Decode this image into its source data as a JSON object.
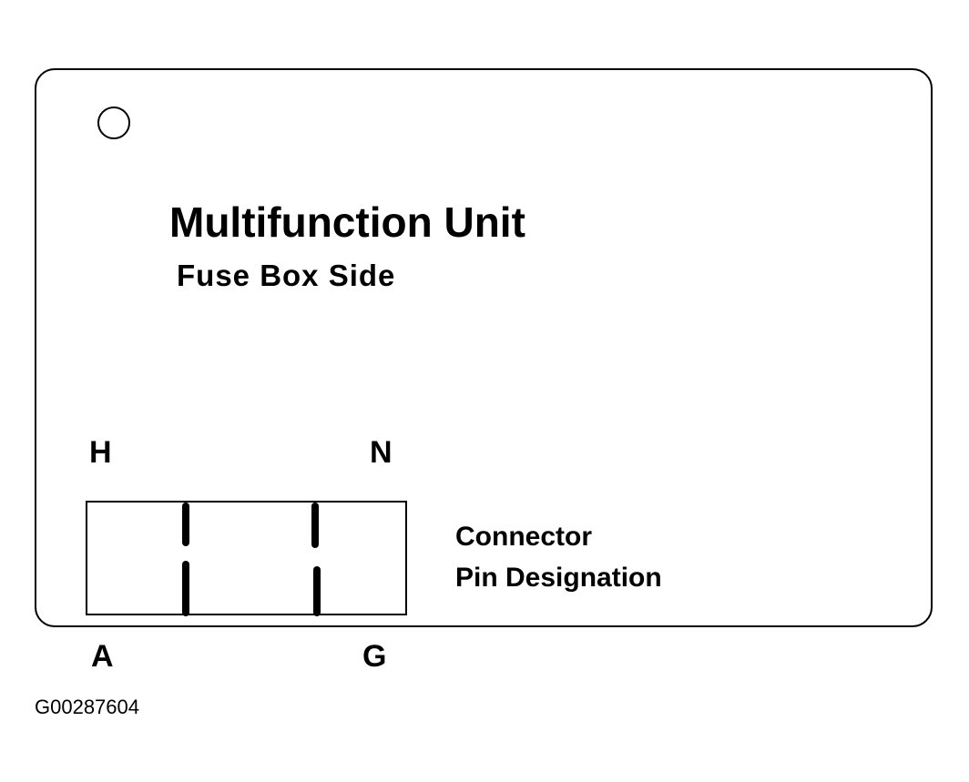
{
  "title": "Multifunction Unit",
  "subtitle": "Fuse Box Side",
  "pins": {
    "top_left": "H",
    "top_right": "N",
    "bottom_left": "A",
    "bottom_right": "G"
  },
  "caption": {
    "line1": "Connector",
    "line2": "Pin Designation"
  },
  "figure_id": "G00287604",
  "icons": {
    "mount_hole": "circle-icon",
    "connector": "connector-outline-icon"
  }
}
